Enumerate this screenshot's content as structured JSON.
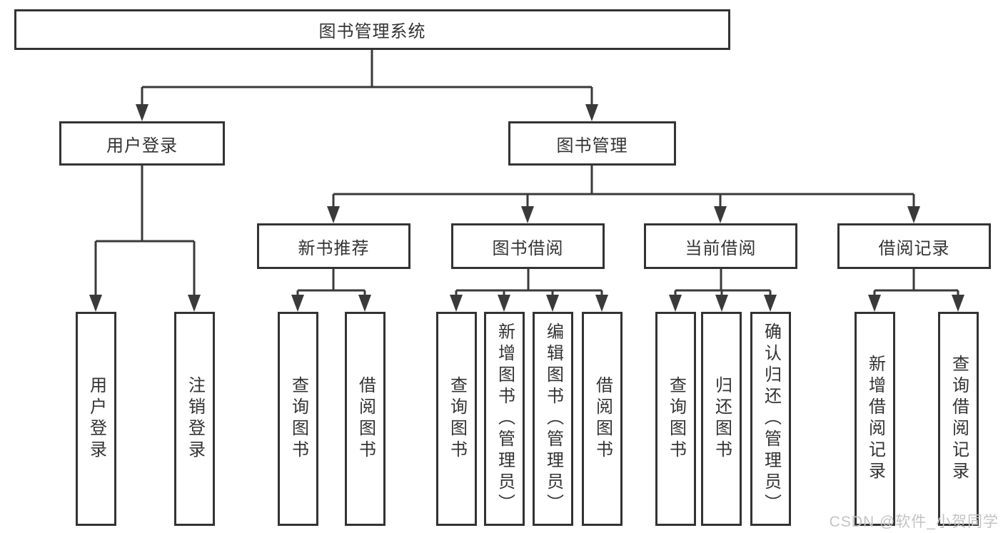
{
  "colors": {
    "line": "#3a3a3a",
    "border": "#333333",
    "text": "#333333",
    "watermark": "#c3c3c3",
    "bg": "#ffffff"
  },
  "watermark": "CSDN @软件_小贺同学",
  "tree": {
    "label": "图书管理系统",
    "children": [
      {
        "label": "用户登录",
        "children": [
          {
            "label": "用户登录"
          },
          {
            "label": "注销登录"
          }
        ]
      },
      {
        "label": "图书管理",
        "children": [
          {
            "label": "新书推荐",
            "children": [
              {
                "label": "查询图书"
              },
              {
                "label": "借阅图书"
              }
            ]
          },
          {
            "label": "图书借阅",
            "children": [
              {
                "label": "查询图书"
              },
              {
                "label": "新增图书（管理员）"
              },
              {
                "label": "编辑图书（管理员）"
              },
              {
                "label": "借阅图书"
              }
            ]
          },
          {
            "label": "当前借阅",
            "children": [
              {
                "label": "查询图书"
              },
              {
                "label": "归还图书"
              },
              {
                "label": "确认归还（管理员）"
              }
            ]
          },
          {
            "label": "借阅记录",
            "children": [
              {
                "label": "新增借阅记录"
              },
              {
                "label": "查询借阅记录"
              }
            ]
          }
        ]
      }
    ]
  }
}
